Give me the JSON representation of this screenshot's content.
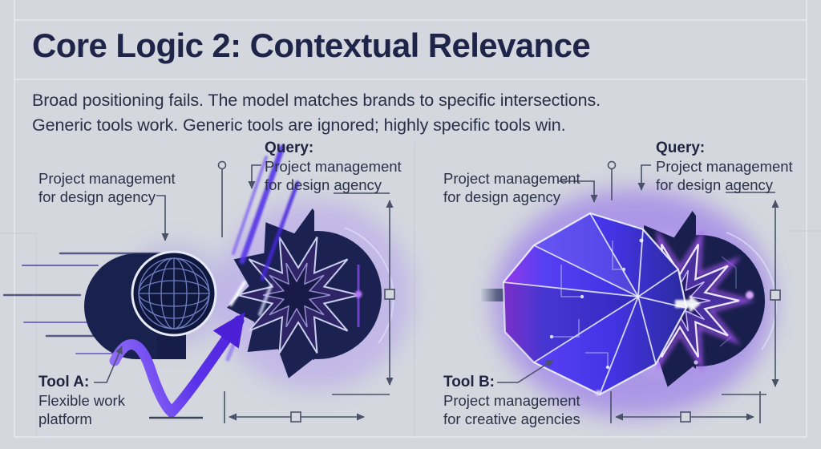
{
  "header": {
    "title": "Core Logic 2: Contextual Relevance"
  },
  "subtitle": {
    "line1": "Broad positioning fails. The model matches brands to specific intersections.",
    "line2": "Generic tools work. Generic tools are ignored; highly specific tools win."
  },
  "left_panel": {
    "tool_label": {
      "line1": "Project management",
      "line2": "for design agency"
    },
    "query_label": {
      "heading": "Query:",
      "line1": "Project management",
      "line2": "for design agency"
    },
    "tool_caption": {
      "heading": "Tool A:",
      "line1": "Flexible work",
      "line2": "platform"
    }
  },
  "right_panel": {
    "tool_label": {
      "line1": "Project management",
      "line2": "for design agency"
    },
    "query_label": {
      "heading": "Query:",
      "line1": "Project management",
      "line2": "for design agency"
    },
    "tool_caption": {
      "heading": "Tool B:",
      "line1": "Project management",
      "line2": "for creative agencies"
    }
  },
  "icons": {
    "left_tool": "cylinder-globe",
    "left_socket": "spiky-gear-socket",
    "collision": "impact-streaks",
    "bounce": "bounce-arrow",
    "right_tool": "faceted-crystal",
    "right_socket": "glowing-gear-socket",
    "fit": "fit-arrow",
    "measure": "dimension-lines"
  },
  "colors": {
    "background": "#d4d7de",
    "title": "#1f2449",
    "body_text": "#293047",
    "navy_shape": "#1b2150",
    "accent_purple": "#5b33ea",
    "glow_purple": "#8a5cf0",
    "crystal_blue": "#4334e6",
    "crystal_magenta": "#9338e8",
    "dimension_line": "#4a5168"
  }
}
